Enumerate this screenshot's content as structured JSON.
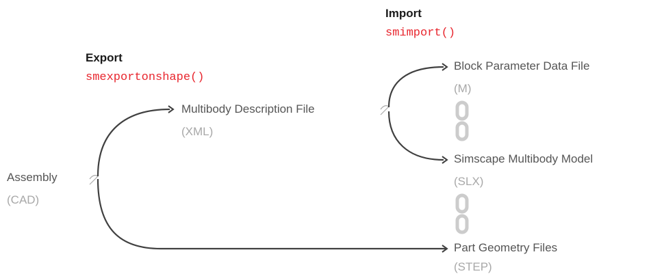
{
  "colors": {
    "text": "#555555",
    "extension": "#a8a8a8",
    "heading": "#1a1a1a",
    "function": "#e8262e",
    "connector": "#404040",
    "link": "#cccccc"
  },
  "export": {
    "heading": "Export",
    "function": "smexportonshape()"
  },
  "import": {
    "heading": "Import",
    "function": "smimport()"
  },
  "nodes": {
    "assembly": {
      "name": "Assembly",
      "ext": "(CAD)"
    },
    "multibody": {
      "name": "Multibody Description File",
      "ext": "(XML)"
    },
    "block_param": {
      "name": "Block Parameter Data File",
      "ext": "(M)"
    },
    "simscape": {
      "name": "Simscape Multibody Model",
      "ext": "(SLX)"
    },
    "part_geometry": {
      "name": "Part Geometry Files",
      "ext": "(STEP)"
    }
  },
  "icons": [
    "chain-link-icon",
    "chain-link-icon"
  ]
}
